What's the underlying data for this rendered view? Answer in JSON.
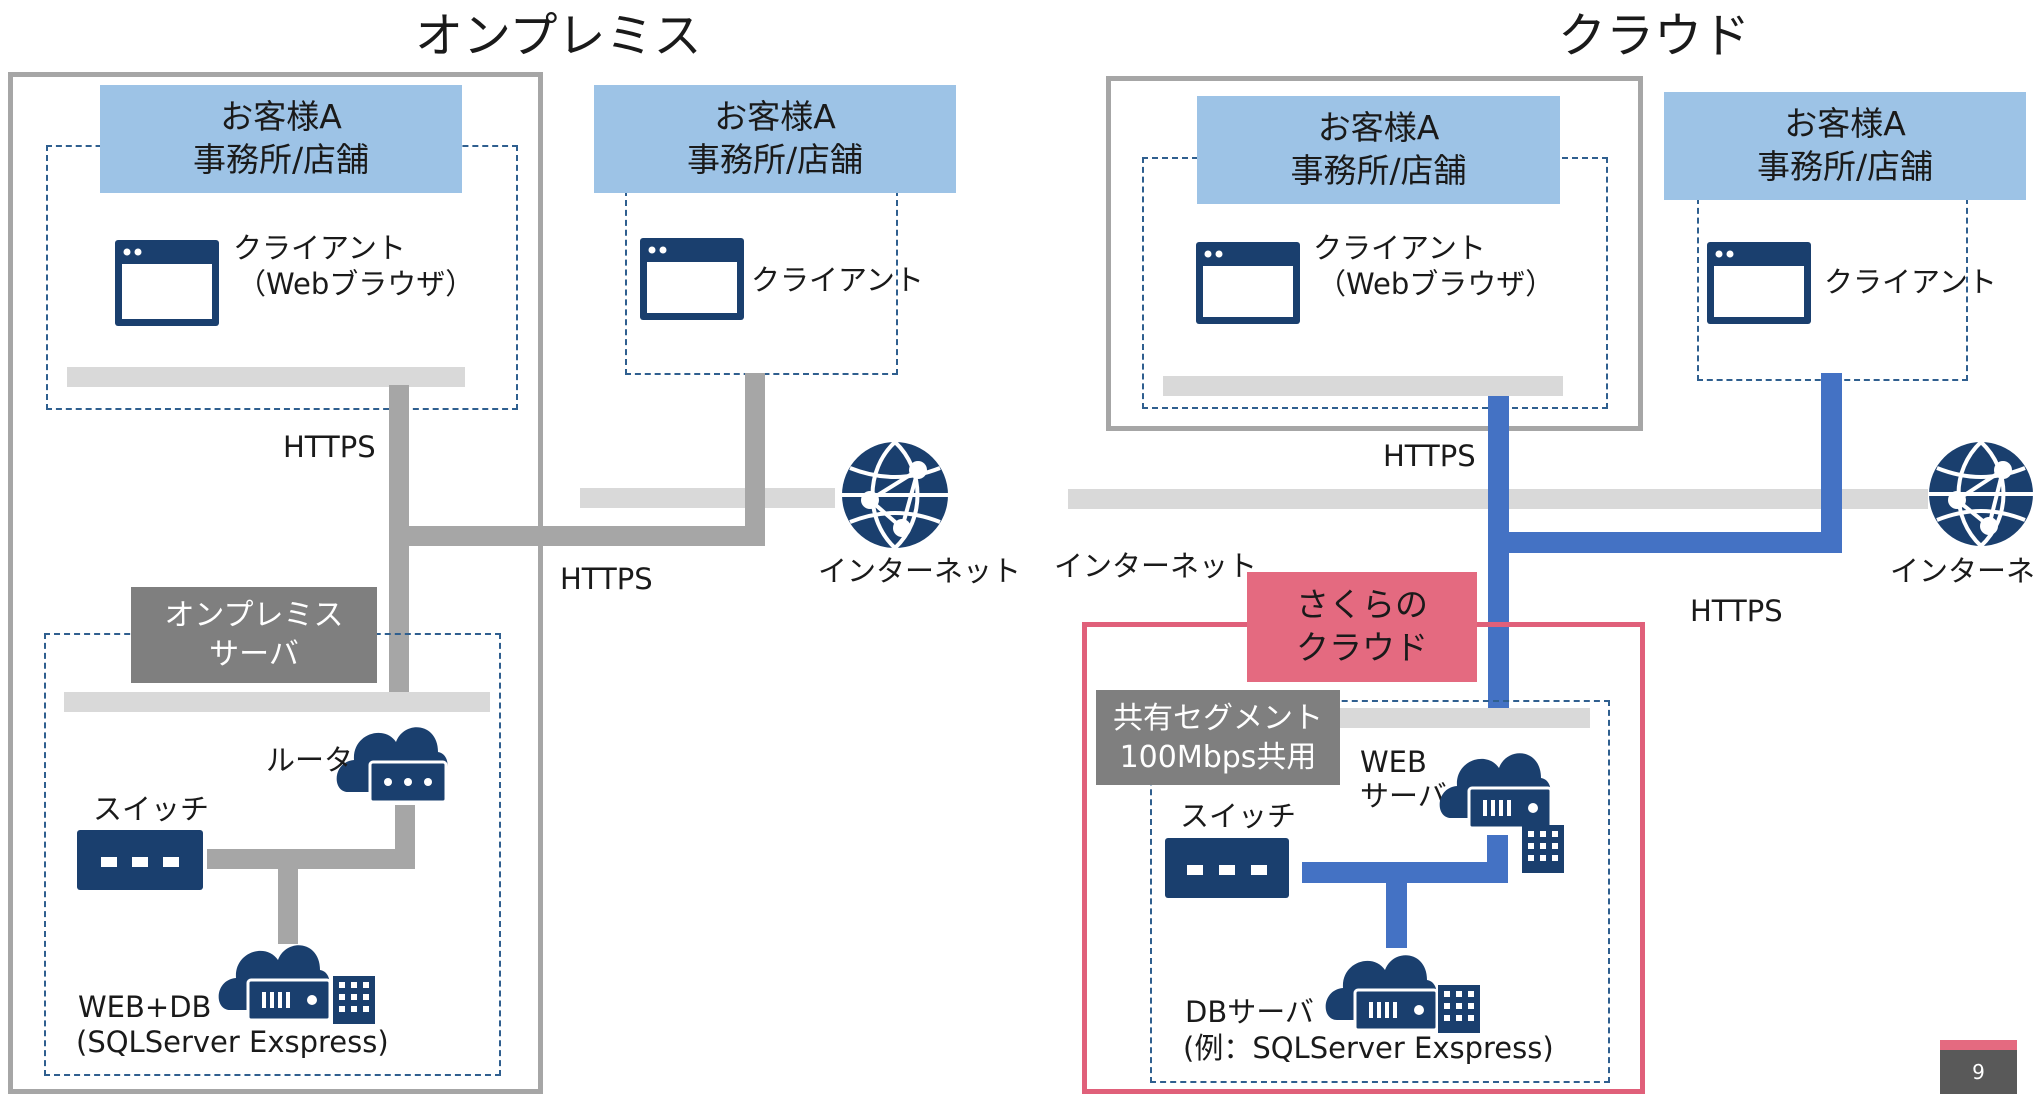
{
  "titles": {
    "onprem": "オンプレミス",
    "cloud": "クラウド"
  },
  "customer_office": [
    "お客様A",
    "事務所/店舗"
  ],
  "client_browser": [
    "クライアント",
    "（Webブラウザ）"
  ],
  "client": "クライアント",
  "https": "HTTPS",
  "internet": "インターネット",
  "onprem_server": [
    "オンプレミス",
    "サーバ"
  ],
  "router": "ルータ",
  "switch": "スイッチ",
  "web_db": [
    "WEB+DB",
    "(SQLServer Exspress)"
  ],
  "sakura_cloud": [
    "さくらの",
    "クラウド"
  ],
  "shared_segment": [
    "共有セグメント",
    "100Mbps共用"
  ],
  "web_server": [
    "WEB",
    "サーバ"
  ],
  "db_server": [
    "DBサーバ",
    "(例：SQLServer Exspress)"
  ],
  "page_number": "9",
  "colors": {
    "navy": "#1a3f6e",
    "customer_fill": "#9dc3e6",
    "cloud_line": "#4472c4",
    "onprem_line": "#a6a6a6",
    "sakura_pink": "#e46a80"
  },
  "icons": [
    "browser-window-icon",
    "globe-network-icon",
    "cloud-router-icon",
    "switch-icon",
    "cloud-server-icon",
    "server-rack-icon"
  ]
}
